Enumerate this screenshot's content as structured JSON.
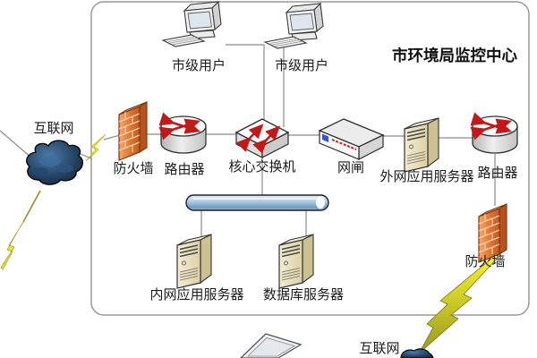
{
  "diagram": {
    "title": "市环境局监控中心",
    "nodes": {
      "user1": "市级用户",
      "user2": "市级用户",
      "internet_left": "互联网",
      "firewall_left": "防火墙",
      "router_left": "路由器",
      "core_switch": "核心交换机",
      "net_gap": "网闸",
      "ext_app_server": "外网应用服务器",
      "router_right": "路由器",
      "firewall_right": "防火墙",
      "int_app_server": "内网应用服务器",
      "db_server": "数据库服务器",
      "internet_bottom": "互联网"
    },
    "colors": {
      "firewall_orange": "#d96f2e",
      "arrow_red": "#c41818",
      "bus_blue": "#7aa6cc",
      "lightning_yellow": "#efed26",
      "cloud_navy": "#16263d",
      "connector_gray": "#8c8c8c",
      "boundary_gray": "#9a9a9a"
    },
    "icons": [
      "desktop-pc",
      "cloud",
      "firewall-brick-wall",
      "router-cylinder",
      "core-switch-box",
      "network-gap-box",
      "server-tower",
      "bus-bar",
      "lightning-bolt",
      "laptop-screen"
    ]
  }
}
